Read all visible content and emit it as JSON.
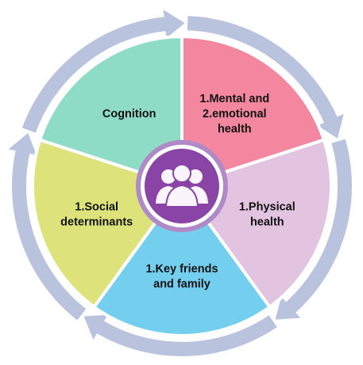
{
  "diagram": {
    "segments": [
      {
        "lines": [
          "1.Mental and",
          "2.emotional",
          "health"
        ],
        "color": "#f2879f"
      },
      {
        "lines": [
          "1.Physical",
          "health"
        ],
        "color": "#e2c4e1"
      },
      {
        "lines": [
          "1.Key friends",
          "and family"
        ],
        "color": "#74cfee"
      },
      {
        "lines": [
          "1.Social",
          "determinants"
        ],
        "color": "#dde37a"
      },
      {
        "lines": [
          "Cognition"
        ],
        "color": "#8fdcc6"
      }
    ],
    "center_icon": "people-group-icon",
    "ring_arrow_color": "#b9c3de",
    "center_color": "#8a44a6"
  }
}
